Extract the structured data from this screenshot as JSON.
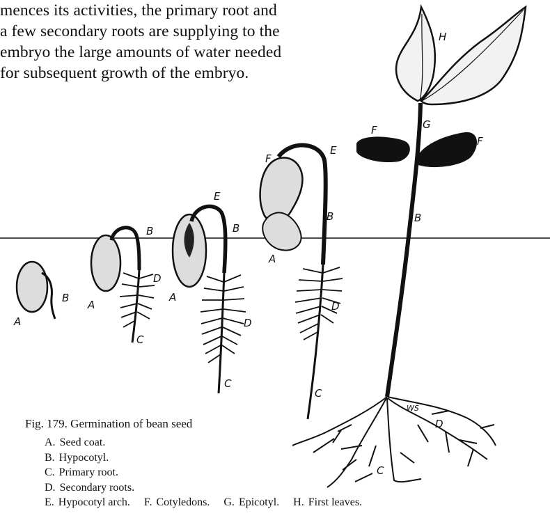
{
  "text": {
    "lines": [
      "mences its activities, the primary root and",
      "a few secondary roots are supplying to the",
      "embryo the large amounts of water needed",
      "for subsequent growth of the embryo."
    ]
  },
  "figure": {
    "caption": "Fig. 179. Germination of bean seed",
    "labels": {
      "A": "A",
      "B": "B",
      "C": "C",
      "D": "D",
      "E": "E",
      "F": "F",
      "G": "G",
      "H": "H",
      "initials": "WS"
    },
    "legend": [
      [
        {
          "key": "A.",
          "text": "Seed coat."
        }
      ],
      [
        {
          "key": "B.",
          "text": "Hypocotyl."
        }
      ],
      [
        {
          "key": "C.",
          "text": "Primary root."
        }
      ],
      [
        {
          "key": "D.",
          "text": "Secondary roots."
        }
      ],
      [
        {
          "key": "E.",
          "text": "Hypocotyl arch."
        },
        {
          "key": "F.",
          "text": "Cotyledons."
        },
        {
          "key": "G.",
          "text": "Epicotyl."
        },
        {
          "key": "H.",
          "text": "First leaves."
        }
      ]
    ]
  }
}
